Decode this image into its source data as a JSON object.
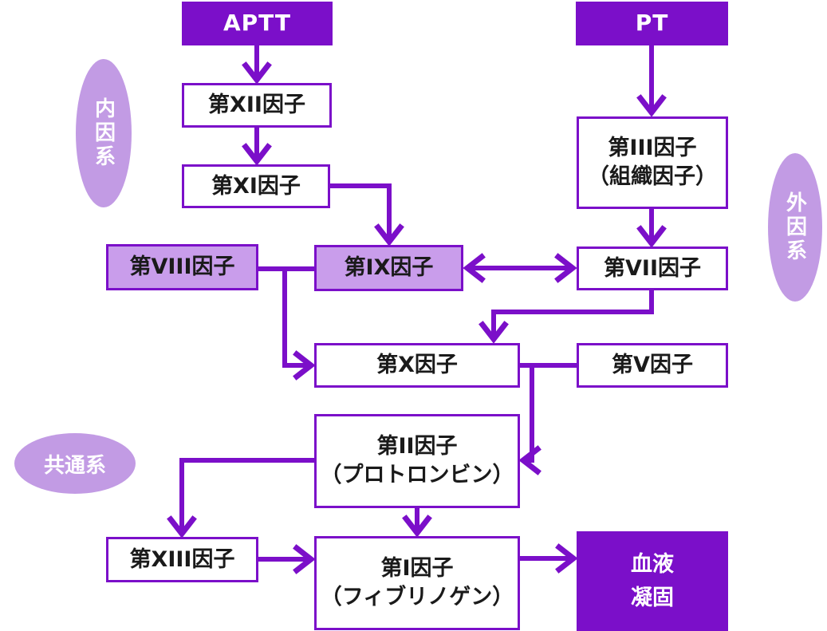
{
  "diagram": {
    "colors": {
      "primary": "#7B0FC9",
      "lavender_box": "#C99DEB",
      "ellipse_fill": "#C29BE4",
      "box_background": "#FFFFFF",
      "text_dark": "#1A1A1A",
      "text_light": "#FFFFFF"
    },
    "headers": {
      "aptt": "APTT",
      "pt": "PT"
    },
    "pathways": {
      "intrinsic": "内因系",
      "extrinsic": "外因系",
      "common": "共通系"
    },
    "nodes": {
      "factor12": {
        "label": "第XII因子"
      },
      "factor11": {
        "label": "第XI因子"
      },
      "factor3": {
        "label": "第III因子",
        "sublabel": "（組織因子）"
      },
      "factor8": {
        "label": "第VIII因子"
      },
      "factor9": {
        "label": "第IX因子"
      },
      "factor7": {
        "label": "第VII因子"
      },
      "factor10": {
        "label": "第X因子"
      },
      "factor5": {
        "label": "第V因子"
      },
      "factor2": {
        "label": "第II因子",
        "sublabel": "（プロトロンビン）"
      },
      "factor13": {
        "label": "第XIII因子"
      },
      "factor1": {
        "label": "第I因子",
        "sublabel": "（フィブリノゲン）"
      },
      "result": {
        "label": "血液",
        "sublabel": "凝固"
      }
    },
    "edges": [
      {
        "from": "APTT",
        "to": "第XII因子",
        "style": "arrow"
      },
      {
        "from": "第XII因子",
        "to": "第XI因子",
        "style": "arrow"
      },
      {
        "from": "第XI因子",
        "to": "第IX因子",
        "style": "arrow"
      },
      {
        "from": "PT",
        "to": "第III因子（組織因子）",
        "style": "arrow"
      },
      {
        "from": "第III因子（組織因子）",
        "to": "第VII因子",
        "style": "arrow"
      },
      {
        "from": "第IX因子",
        "to": "第VII因子",
        "style": "double-arrow"
      },
      {
        "from": "第VIII因子",
        "to": "第IX因子",
        "style": "line"
      },
      {
        "from": "第VIII因子",
        "to": "第X因子",
        "style": "arrow"
      },
      {
        "from": "第VII因子",
        "to": "第X因子",
        "style": "arrow"
      },
      {
        "from": "第X因子",
        "to": "第V因子",
        "style": "line"
      },
      {
        "from": "第X因子",
        "to": "第II因子（プロトロンビン）",
        "style": "arrow"
      },
      {
        "from": "第II因子（プロトロンビン）",
        "to": "第XIII因子",
        "style": "arrow"
      },
      {
        "from": "第II因子（プロトロンビン）",
        "to": "第I因子（フィブリノゲン）",
        "style": "arrow"
      },
      {
        "from": "第XIII因子",
        "to": "第I因子（フィブリノゲン）",
        "style": "arrow"
      },
      {
        "from": "第I因子（フィブリノゲン）",
        "to": "血液凝固",
        "style": "arrow"
      }
    ]
  }
}
